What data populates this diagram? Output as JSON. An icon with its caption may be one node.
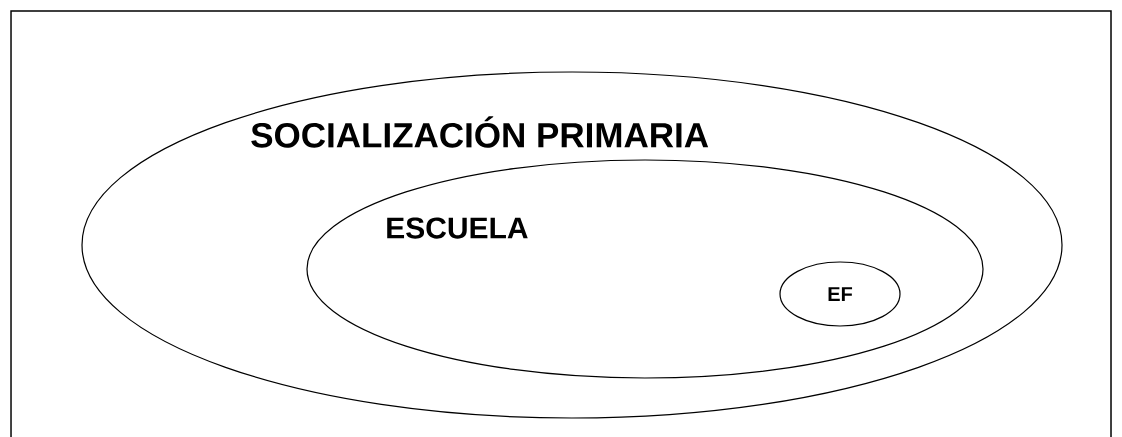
{
  "diagram": {
    "nodes": [
      {
        "text": [
          "SOCIALIZACIÓN PRIMARIA"
        ]
      },
      {
        "text": [
          "ESCUELA"
        ],
        "in": 0
      },
      {
        "text": [
          "EF"
        ],
        "in": 1
      }
    ]
  }
}
